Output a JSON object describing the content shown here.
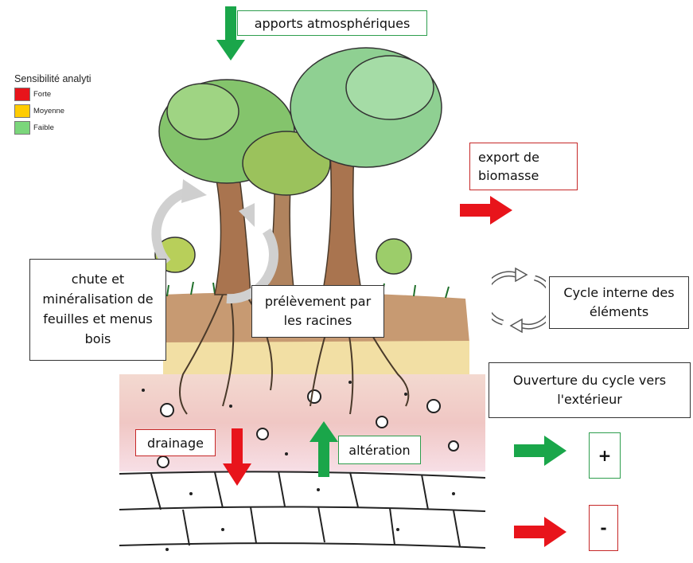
{
  "legend": {
    "title": "Sensibilité analyti",
    "items": [
      {
        "label": "Forte",
        "color": "#e8141b"
      },
      {
        "label": "Moyenne",
        "color": "#ffcc00"
      },
      {
        "label": "Faible",
        "color": "#7bd67b"
      }
    ]
  },
  "labels": {
    "atmospheric": "apports atmosphériques",
    "export": "export de biomasse",
    "litter": "chute et minéralisation de feuilles et menus bois",
    "uptake": "prélèvement par les racines",
    "internal_cycle": "Cycle interne des éléments",
    "opening": "Ouverture du cycle vers l'extérieur",
    "drainage": "drainage",
    "weathering": "altération",
    "plus": "+",
    "minus": "-"
  },
  "colors": {
    "green_arrow": "#1aa64a",
    "red_arrow": "#e8141b",
    "grey_arrow": "#c8c8c8"
  }
}
